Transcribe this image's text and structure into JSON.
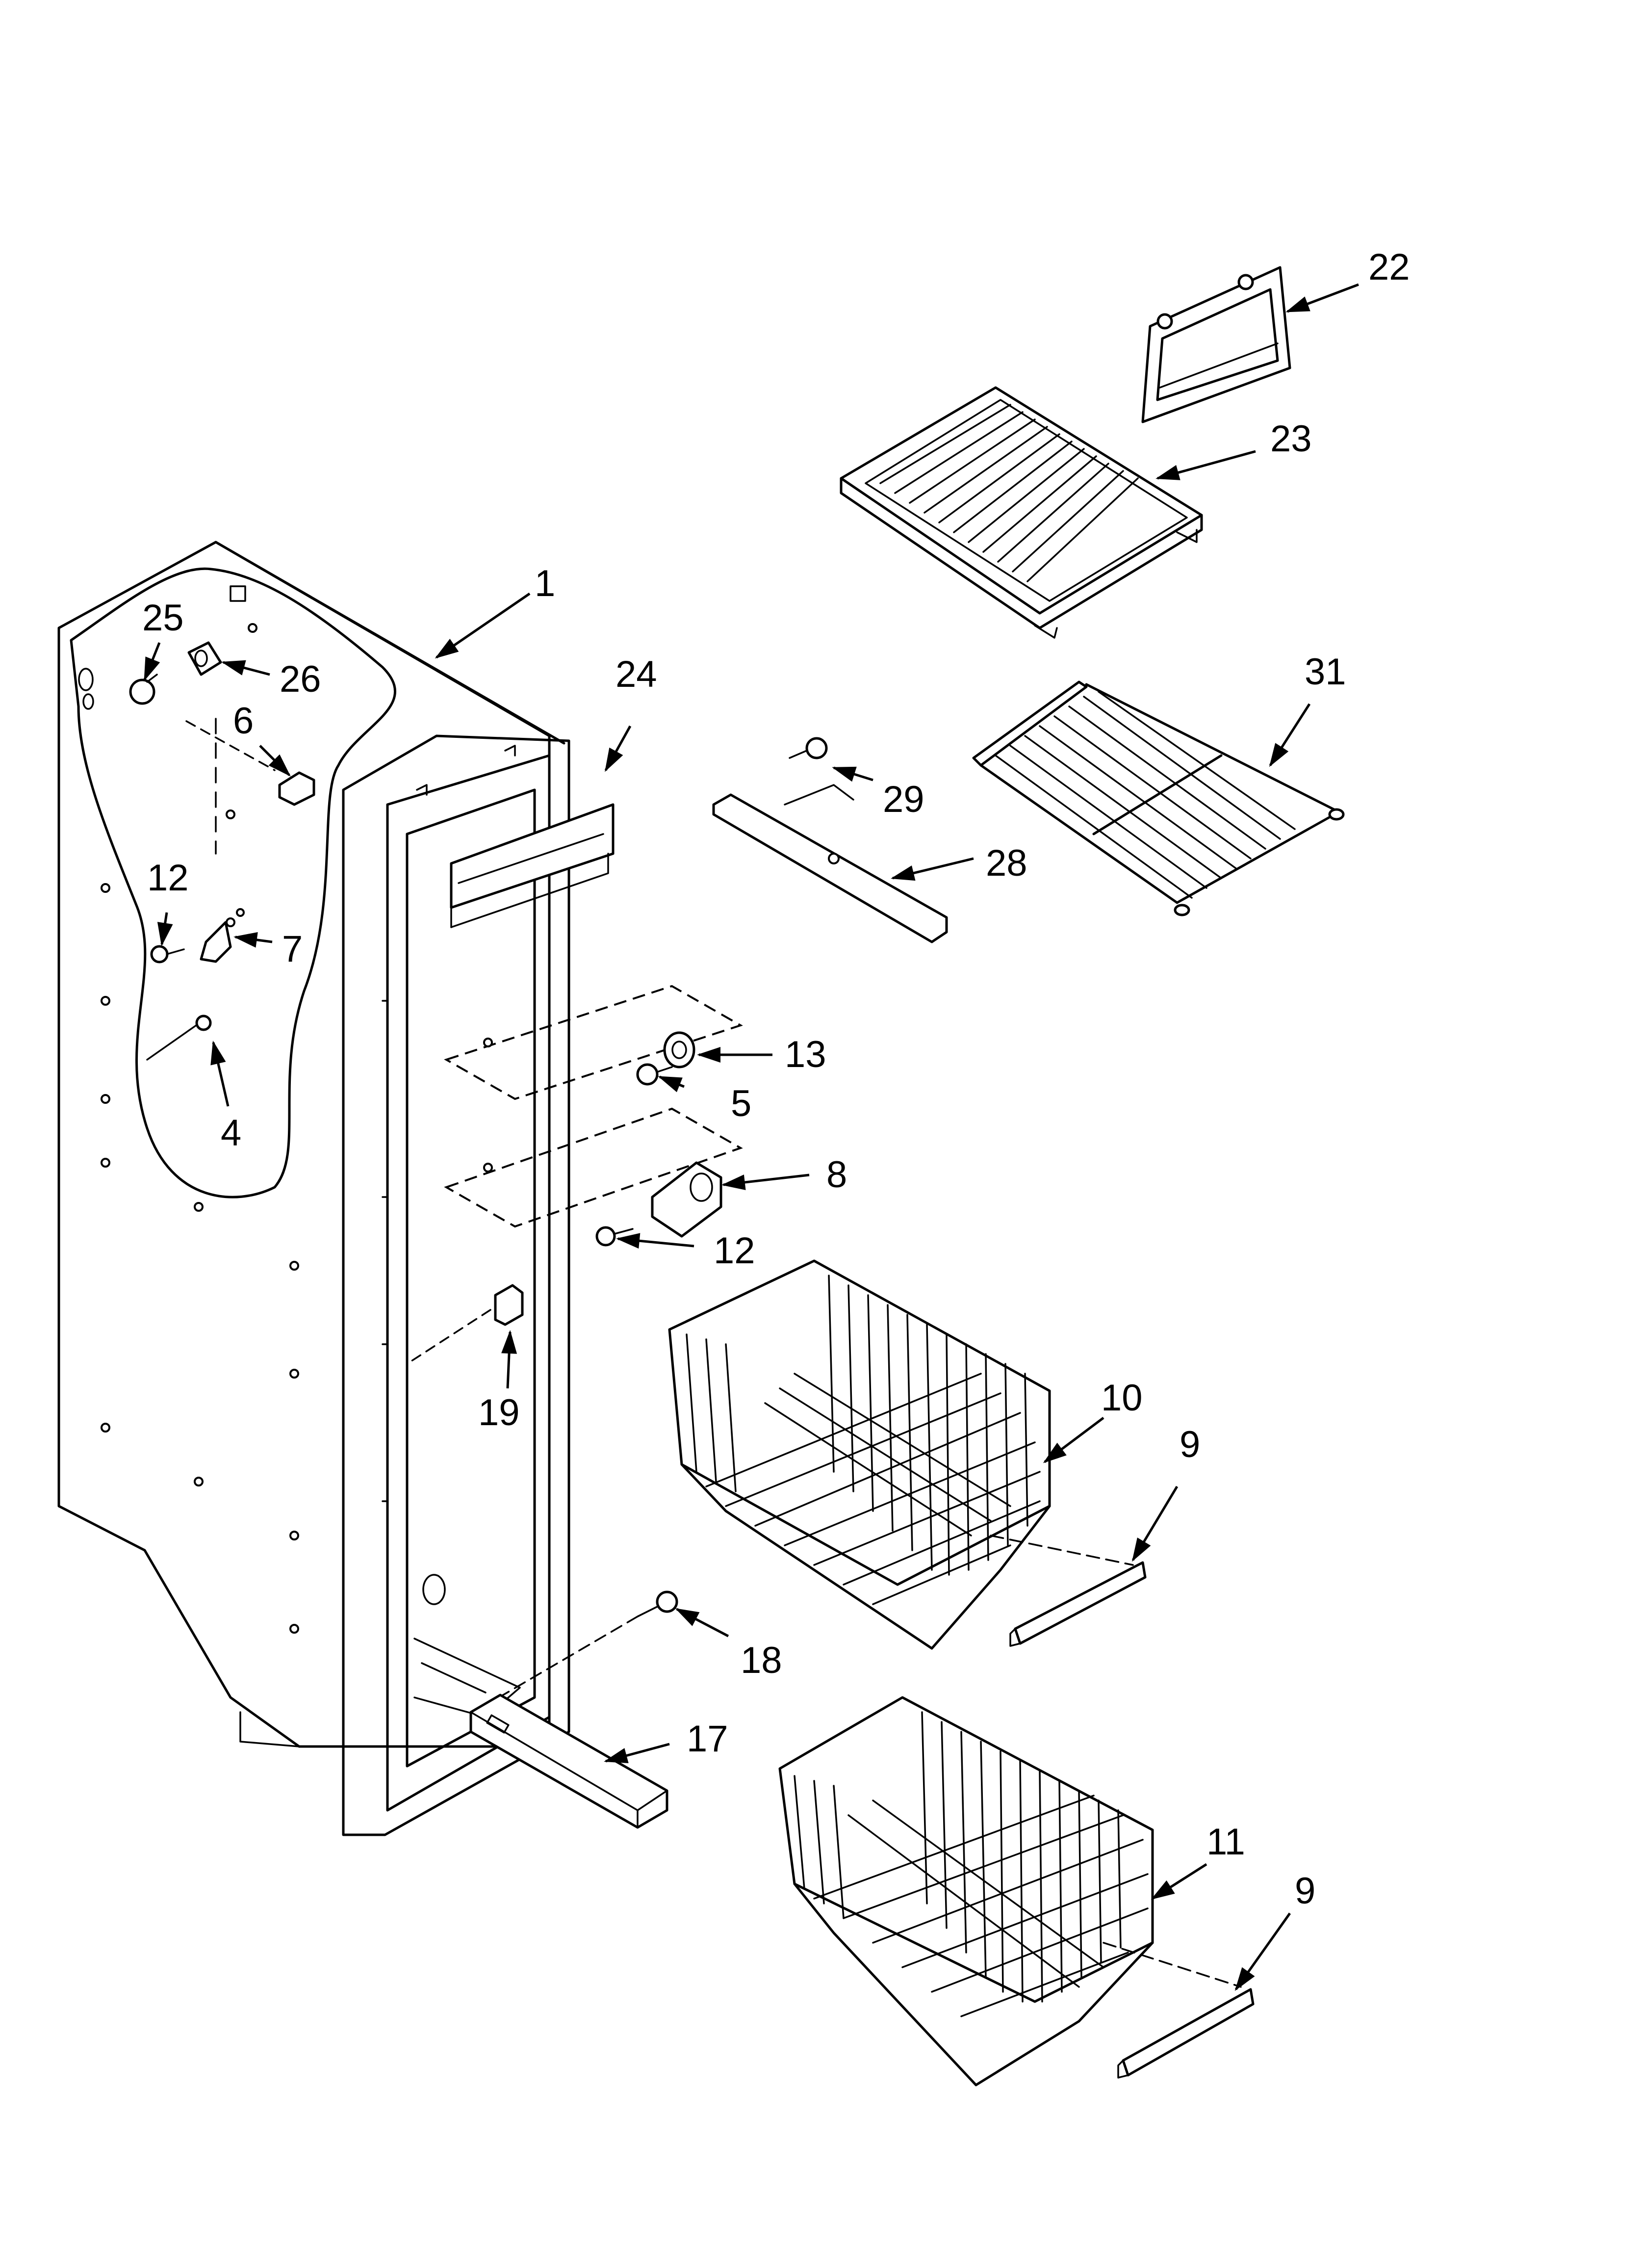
{
  "callouts": [
    {
      "id": "c22",
      "label": "22"
    },
    {
      "id": "c23",
      "label": "23"
    },
    {
      "id": "c1",
      "label": "1"
    },
    {
      "id": "c24",
      "label": "24"
    },
    {
      "id": "c25",
      "label": "25"
    },
    {
      "id": "c26",
      "label": "26"
    },
    {
      "id": "c6",
      "label": "6"
    },
    {
      "id": "c31",
      "label": "31"
    },
    {
      "id": "c29",
      "label": "29"
    },
    {
      "id": "c28",
      "label": "28"
    },
    {
      "id": "c12a",
      "label": "12"
    },
    {
      "id": "c7",
      "label": "7"
    },
    {
      "id": "c13",
      "label": "13"
    },
    {
      "id": "c5",
      "label": "5"
    },
    {
      "id": "c4",
      "label": "4"
    },
    {
      "id": "c8",
      "label": "8"
    },
    {
      "id": "c12b",
      "label": "12"
    },
    {
      "id": "c19",
      "label": "19"
    },
    {
      "id": "c10",
      "label": "10"
    },
    {
      "id": "c9a",
      "label": "9"
    },
    {
      "id": "c18",
      "label": "18"
    },
    {
      "id": "c17",
      "label": "17"
    },
    {
      "id": "c11",
      "label": "11"
    },
    {
      "id": "c9b",
      "label": "9"
    }
  ]
}
